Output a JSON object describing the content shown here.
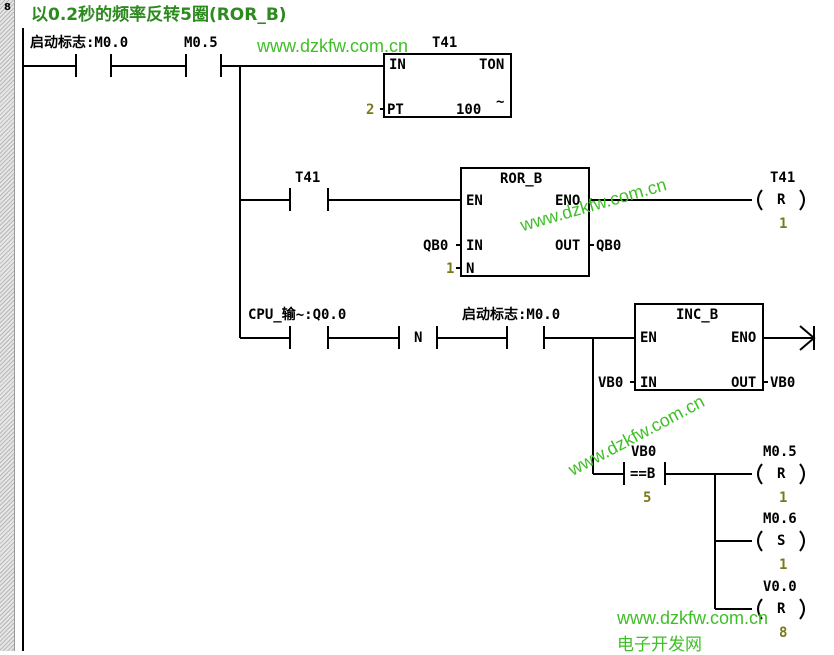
{
  "network": {
    "number": "8",
    "title": "以0.2秒的频率反转5圈(ROR_B)"
  },
  "rung1": {
    "contact1_label": "启动标志:M0.0",
    "contact2_label": "M0.5",
    "timer": {
      "name": "T41",
      "type": "TON",
      "pin_in": "IN",
      "pin_pt": "PT",
      "pt_value": "2",
      "resolution": "100",
      "tilde": "~"
    }
  },
  "rung2": {
    "contact_label": "T41",
    "block": {
      "name": "ROR_B",
      "pin_en": "EN",
      "pin_eno": "ENO",
      "pin_in": "IN",
      "pin_out": "OUT",
      "pin_n": "N",
      "in_value": "QB0",
      "out_value": "QB0",
      "n_value": "1"
    },
    "coil": {
      "address": "T41",
      "symbol": "R",
      "count": "1"
    }
  },
  "rung3": {
    "contact1_label": "CPU_输~:Q0.0",
    "n_box": "N",
    "contact2_label": "启动标志:M0.0",
    "block": {
      "name": "INC_B",
      "pin_en": "EN",
      "pin_eno": "ENO",
      "pin_in": "IN",
      "pin_out": "OUT",
      "in_value": "VB0",
      "out_value": "VB0"
    },
    "compare": {
      "address": "VB0",
      "op": "==B",
      "value": "5"
    },
    "coils": [
      {
        "address": "M0.5",
        "symbol": "R",
        "count": "1"
      },
      {
        "address": "M0.6",
        "symbol": "S",
        "count": "1"
      },
      {
        "address": "V0.0",
        "symbol": "R",
        "count": "8"
      }
    ]
  },
  "watermarks": {
    "url": "www.dzkfw.com.cn",
    "site_name": "电子开发网"
  },
  "colors": {
    "title": "#2c8a1e",
    "watermark": "#3fbf27",
    "param": "#7a7a1a",
    "line": "#000000"
  }
}
